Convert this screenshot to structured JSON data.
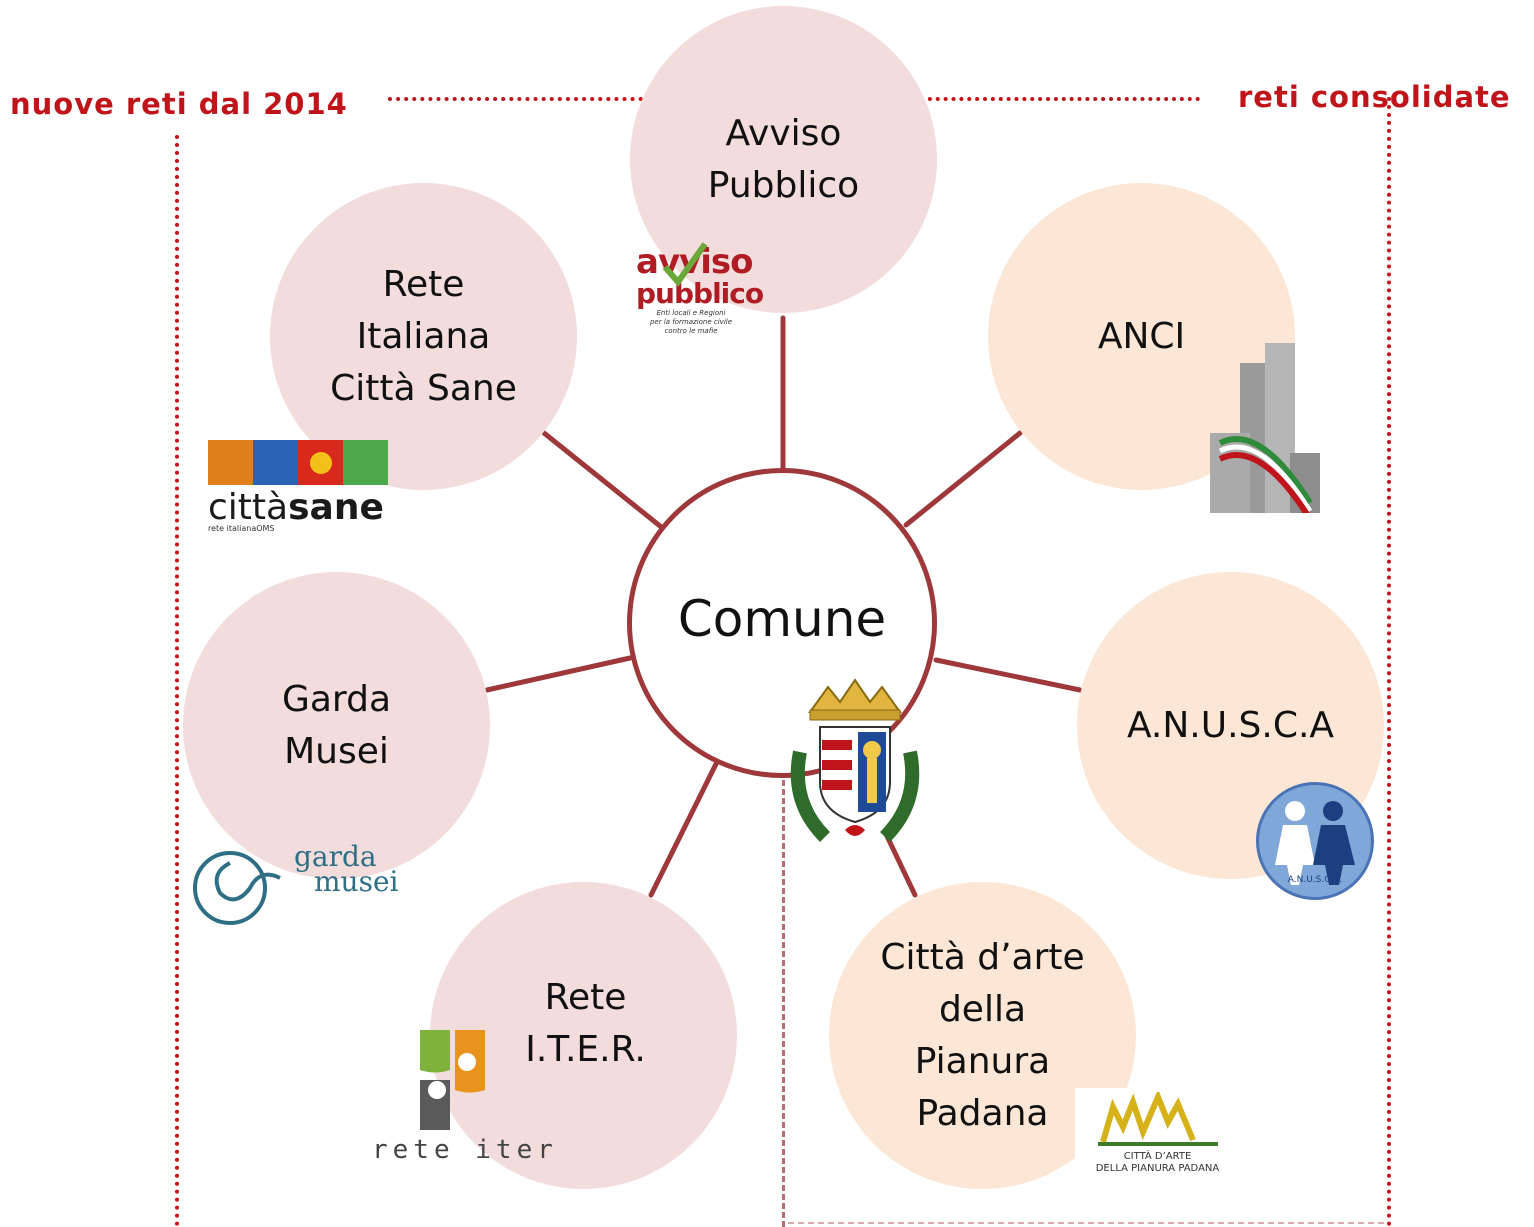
{
  "headers": {
    "left": "nuove reti dal 2014",
    "right": "reti consolidate"
  },
  "center": {
    "label": "Comune",
    "emblem": "comune-coat-of-arms"
  },
  "nodes": [
    {
      "id": "avviso",
      "label": "Avviso\nPubblico",
      "color": "#f3dcdc"
    },
    {
      "id": "anci",
      "label": "ANCI",
      "color": "#fce6d6"
    },
    {
      "id": "anusca",
      "label": "A.N.U.S.C.A",
      "color": "#fce6d6"
    },
    {
      "id": "cittadarte",
      "label": "Città d’arte\ndella\nPianura\nPadana",
      "color": "#fce6d6"
    },
    {
      "id": "iter",
      "label": "Rete\nI.T.E.R.",
      "color": "#f3dcdc"
    },
    {
      "id": "garda",
      "label": "Garda\nMusei",
      "color": "#f3dcdc"
    },
    {
      "id": "cittasane",
      "label": "Rete\nItaliana\nCittà Sane",
      "color": "#f3dcdc"
    }
  ],
  "logos": {
    "avviso": {
      "line1": "avviso",
      "line2": "pubblico",
      "sub": "Enti locali e Regioni\nper la formazione civile\ncontro le mafie"
    },
    "anci": {
      "icon": "anci-towers-icon"
    },
    "anusca": {
      "text": "A.N.U.S.C.A."
    },
    "cittadarte": {
      "line1": "CITTÀ D’ARTE",
      "line2": "DELLA PIANURA PADANA"
    },
    "iter": {
      "text": "rete iter"
    },
    "garda": {
      "line1": "garda",
      "line2": "musei"
    },
    "cittasane": {
      "word1": "città",
      "word2": "sane",
      "sub": "rete italianaOMS"
    }
  },
  "colors": {
    "accent_red": "#c0141b",
    "spoke": "#9e383b",
    "pink_node": "#f3dcdc",
    "peach_node": "#fce6d6"
  }
}
